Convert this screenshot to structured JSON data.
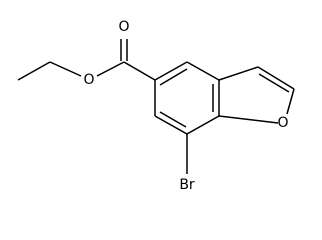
{
  "molecule": {
    "atoms": {
      "carbonyl_oxygen": "O",
      "ester_oxygen": "O",
      "furan_oxygen": "O",
      "bromine": "Br"
    }
  },
  "colors": {
    "bond": "#000000",
    "label": "#000000",
    "background": "#ffffff"
  }
}
